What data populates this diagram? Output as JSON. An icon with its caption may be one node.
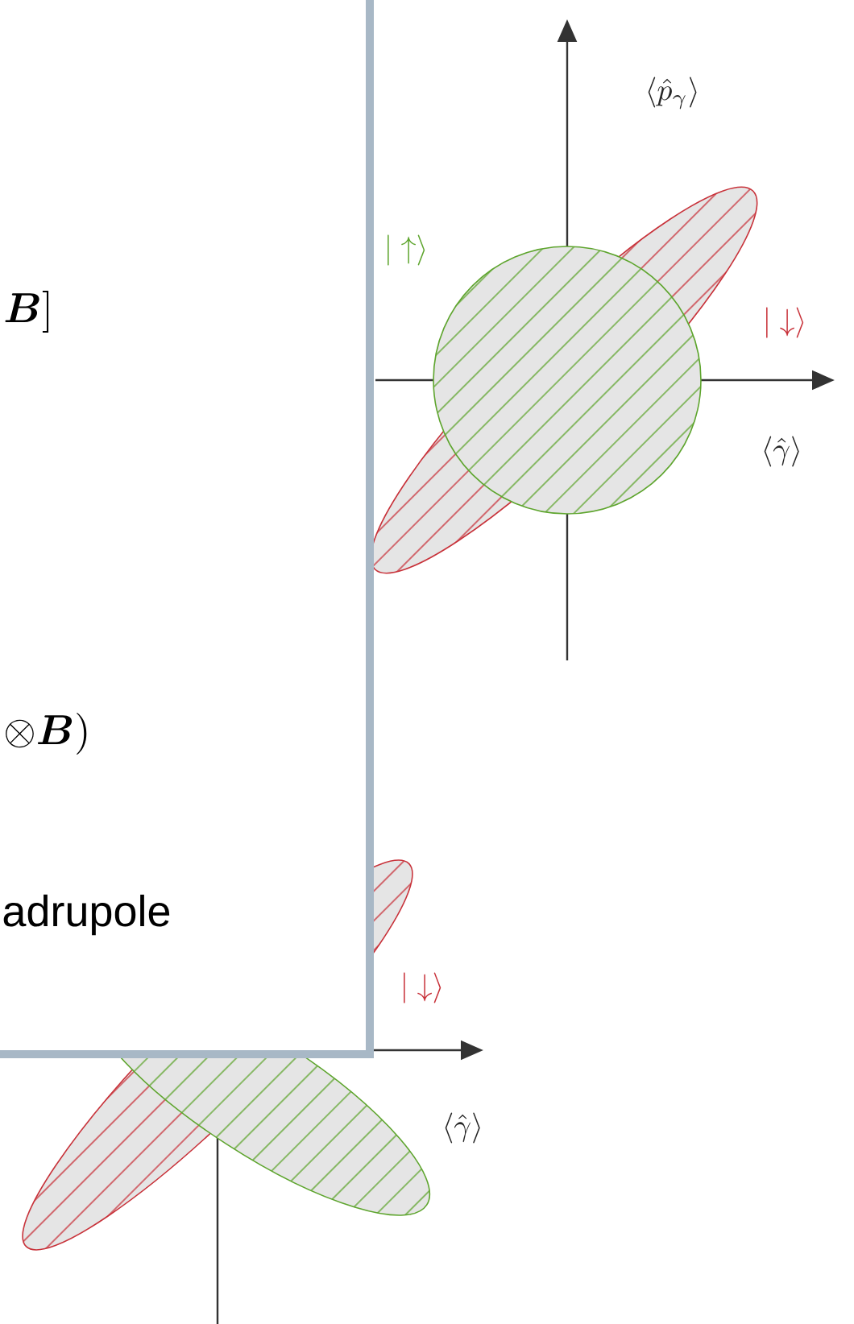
{
  "diagram": {
    "nodes": [
      {
        "text": [
          "adrupole"
        ]
      }
    ],
    "labels": [
      "\\boldsymbol{B}]",
      "\\otimes \\boldsymbol{B})",
      "\\langle\\hat{p}_\\gamma\\rangle",
      "|\\uparrow\\rangle",
      "|\\downarrow\\rangle",
      "\\langle\\hat{\\gamma}\\rangle",
      "|\\downarrow\\rangle",
      "\\langle\\hat{\\gamma}\\rangle"
    ]
  }
}
